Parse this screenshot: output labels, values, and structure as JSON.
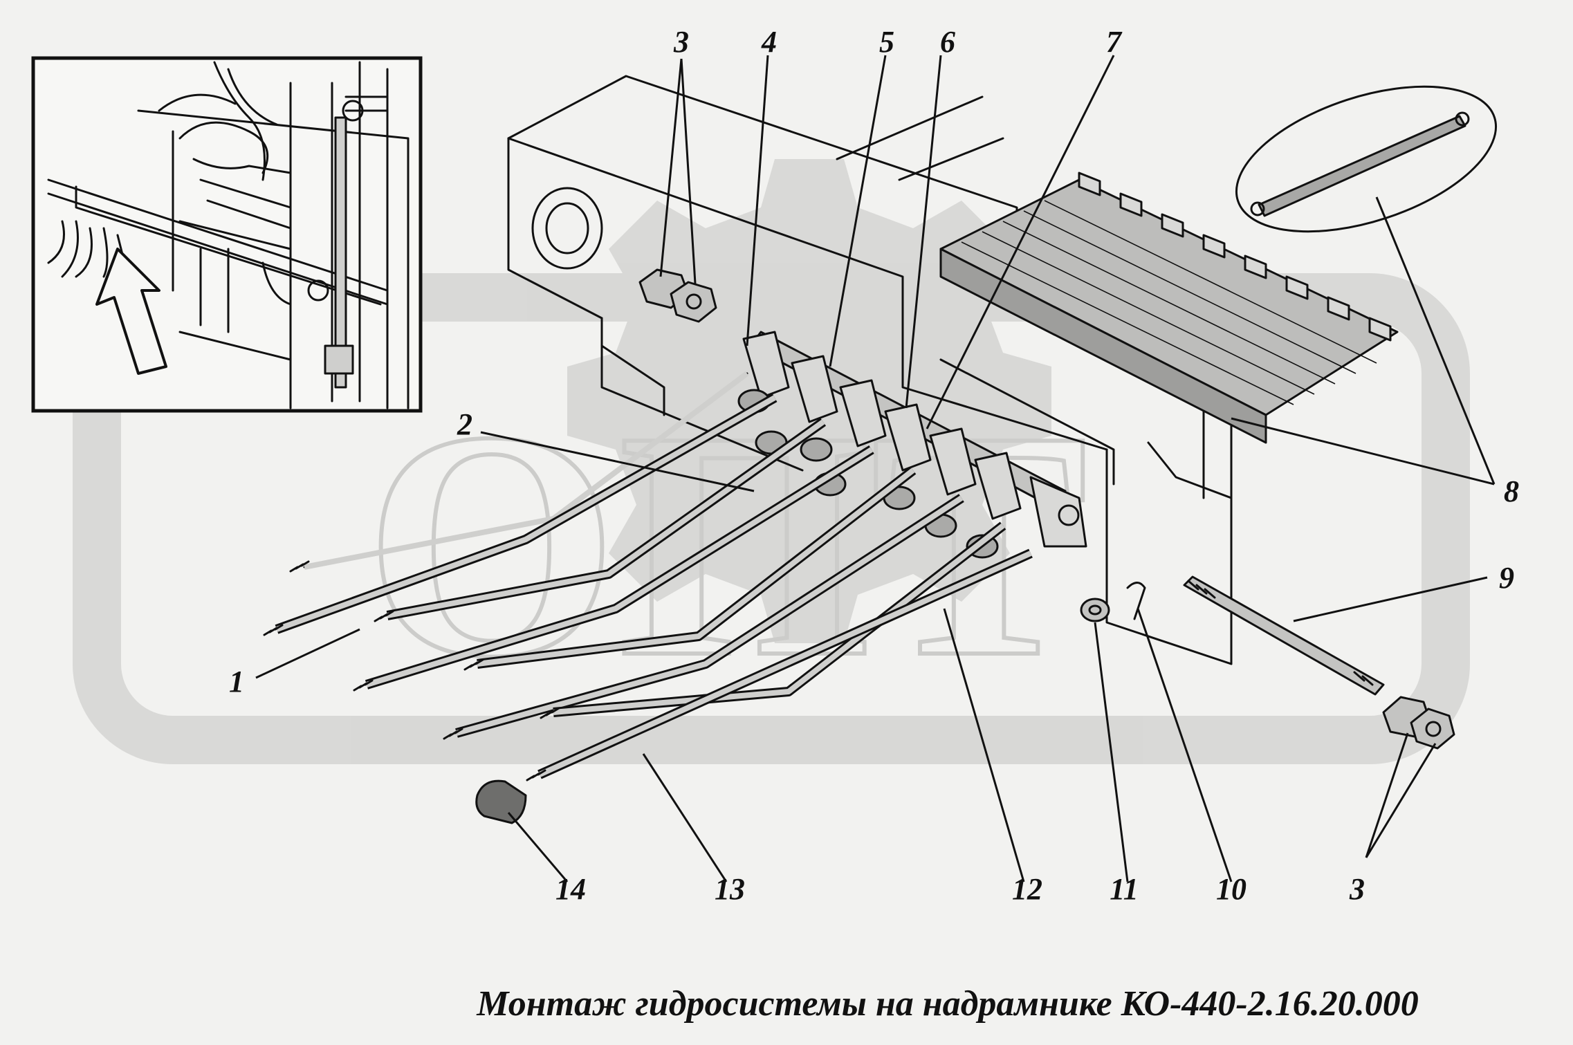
{
  "caption": "Монтаж гидросистемы на надрамнике КО-440-2.16.20.000",
  "watermark": "ОПТ",
  "callouts": [
    {
      "id": "c3a",
      "text": "3"
    },
    {
      "id": "c4",
      "text": "4"
    },
    {
      "id": "c5",
      "text": "5"
    },
    {
      "id": "c6",
      "text": "6"
    },
    {
      "id": "c7",
      "text": "7"
    },
    {
      "id": "c2",
      "text": "2"
    },
    {
      "id": "c8",
      "text": "8"
    },
    {
      "id": "c9",
      "text": "9"
    },
    {
      "id": "c1",
      "text": "1"
    },
    {
      "id": "c14",
      "text": "14"
    },
    {
      "id": "c13",
      "text": "13"
    },
    {
      "id": "c12",
      "text": "12"
    },
    {
      "id": "c11",
      "text": "11"
    },
    {
      "id": "c10",
      "text": "10"
    },
    {
      "id": "c3b",
      "text": "3"
    }
  ],
  "colors": {
    "ink": "#111111",
    "background": "#f2f2f0",
    "watermark": "#d6d6d4",
    "part_fill": "#bdbdbb"
  }
}
